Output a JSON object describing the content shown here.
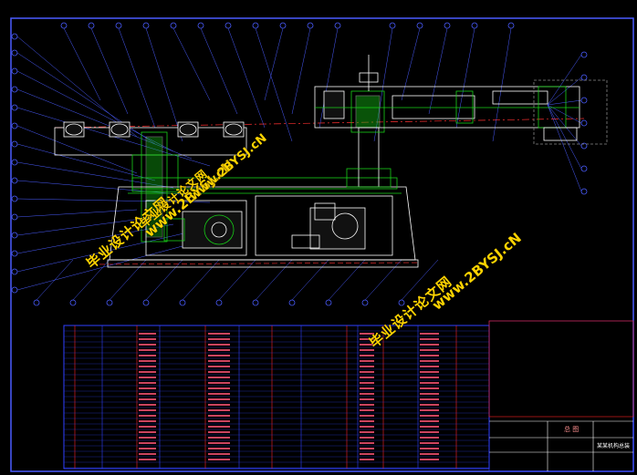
{
  "watermarks": [
    {
      "text": "毕业设计论文网"
    },
    {
      "text": "www.2BYSJ.cN"
    },
    {
      "text": "毕业设计论文网"
    },
    {
      "text": "www.2BYSJ.cN"
    },
    {
      "text": "毕业设计论文网"
    },
    {
      "text": "www.2BYSJ.cN"
    }
  ],
  "title_block": {
    "cell1": "总 图",
    "cell2": "某某机构总装"
  },
  "colors": {
    "background": "#000000",
    "frame": "#4a5cff",
    "drawing_line": "#ffffff",
    "machine_green": "#18d018",
    "table_red": "#ff2020",
    "table_blue": "#3040ff",
    "watermark": "#ffd400",
    "centerline": "#ff3030"
  }
}
